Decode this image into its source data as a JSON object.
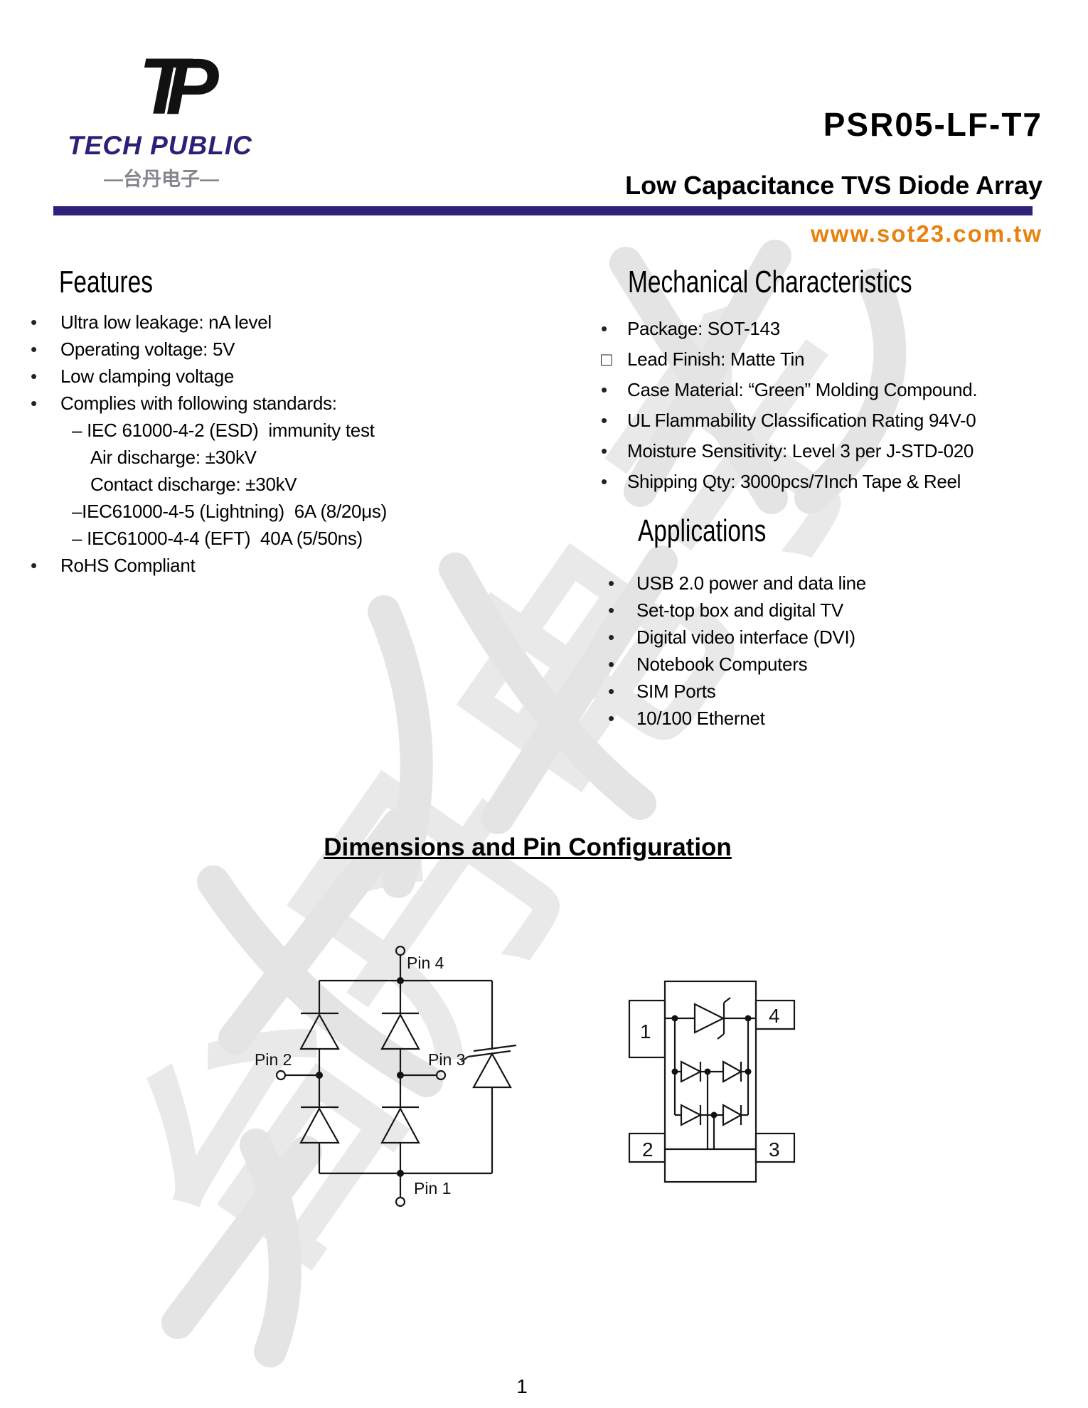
{
  "brand": {
    "logo_t": "T",
    "logo_p": "P",
    "name": "TECH PUBLIC",
    "chinese_line": "—台丹电子—",
    "colors": {
      "indigo": "#2b2178",
      "orange": "#e8511c"
    }
  },
  "header": {
    "part_number": "PSR05-LF-T7",
    "subtitle": "Low Capacitance TVS Diode Array",
    "website": "www.sot23.com.tw",
    "website_color": "#e8820f",
    "rule_color": "#32217b"
  },
  "features": {
    "title": "Features",
    "items": [
      {
        "bullet": "•",
        "indent": 0,
        "text": "Ultra low leakage: nA level"
      },
      {
        "bullet": "•",
        "indent": 0,
        "text": "Operating voltage: 5V"
      },
      {
        "bullet": "•",
        "indent": 0,
        "text": "Low clamping voltage"
      },
      {
        "bullet": "•",
        "indent": 0,
        "text": "Complies with following standards:"
      },
      {
        "bullet": "",
        "indent": 1,
        "text": "– IEC 61000-4-2 (ESD)  immunity test"
      },
      {
        "bullet": "",
        "indent": 2,
        "text": "Air discharge: ±30kV"
      },
      {
        "bullet": "",
        "indent": 2,
        "text": "Contact discharge: ±30kV"
      },
      {
        "bullet": "",
        "indent": 1,
        "text": "–IEC61000-4-5 (Lightning)  6A (8/20μs)"
      },
      {
        "bullet": "",
        "indent": 1,
        "text": "– IEC61000-4-4 (EFT)  40A (5/50ns)"
      },
      {
        "bullet": "•",
        "indent": 0,
        "text": "RoHS Compliant"
      }
    ]
  },
  "mechanical": {
    "title": "Mechanical Characteristics",
    "items": [
      {
        "bullet": "•",
        "text": "Package: SOT-143"
      },
      {
        "bullet": "□",
        "text": "Lead Finish: Matte Tin"
      },
      {
        "bullet": "•",
        "text": "Case Material: “Green” Molding Compound."
      },
      {
        "bullet": "•",
        "text": "UL Flammability Classification Rating 94V-0"
      },
      {
        "bullet": "•",
        "text": "Moisture Sensitivity: Level 3 per J-STD-020"
      },
      {
        "bullet": "•",
        "text": "Shipping Qty: 3000pcs/7Inch Tape & Reel"
      }
    ]
  },
  "applications": {
    "title": "Applications",
    "items": [
      {
        "bullet": "•",
        "text": "USB 2.0 power and data line"
      },
      {
        "bullet": "•",
        "text": "Set-top box and digital TV"
      },
      {
        "bullet": "•",
        "text": "Digital video interface (DVI)"
      },
      {
        "bullet": "•",
        "text": "Notebook Computers"
      },
      {
        "bullet": "•",
        "text": "SIM Ports"
      },
      {
        "bullet": "•",
        "text": "10/100 Ethernet"
      }
    ]
  },
  "diagram": {
    "title": "Dimensions and Pin Configuration",
    "schematic_pins": {
      "pin1": "Pin 1",
      "pin2": "Pin 2",
      "pin3": "Pin 3",
      "pin4": "Pin 4"
    },
    "package_pins": {
      "p1": "1",
      "p2": "2",
      "p3": "3",
      "p4": "4"
    }
  },
  "watermark": {
    "text": "台丹电子"
  },
  "footer": {
    "page_number": "1"
  }
}
